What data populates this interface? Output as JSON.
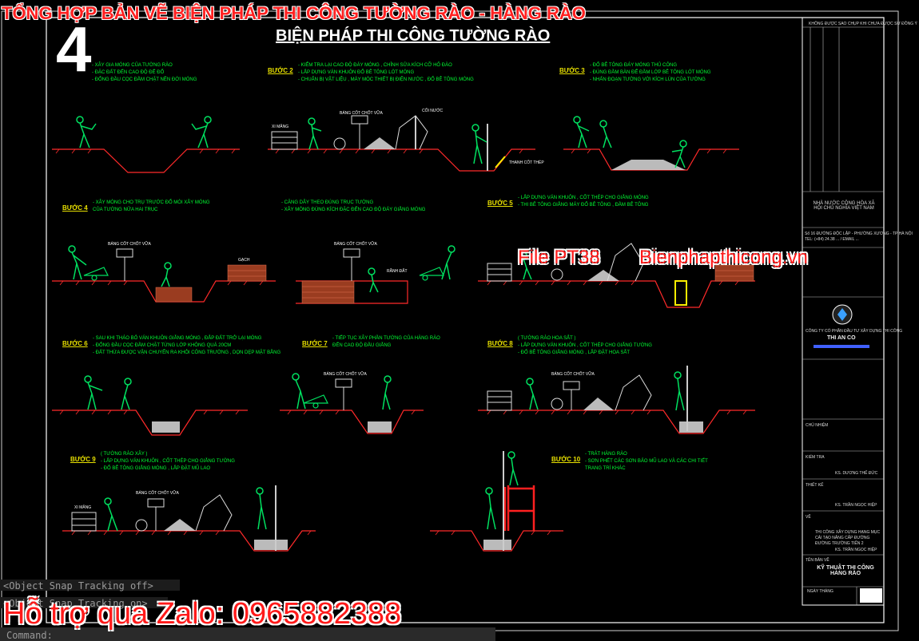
{
  "overlay_title": "TỔNG HỢP BẢN VẼ BIỆN PHÁP THI CÔNG TƯỜNG RÀO - HÀNG RÀO",
  "sheet_number": "4",
  "sheet_title": "BIỆN PHÁP THI CÔNG TƯỜNG RÀO",
  "watermark": {
    "file_code": "File PT38",
    "website": "Bienphapthicong.vn"
  },
  "support_banner": "Hỗ trợ qua Zalo: 0965882388",
  "command_lines": [
    "<Object Snap Tracking off>",
    "<Object Snap Tracking on>",
    "Command:"
  ],
  "steps": [
    {
      "label": "",
      "lines": [
        "- XÂY GIA MÓNG CỦA TƯỜNG RÀO",
        "- ĐẶC ĐẤT ĐẾN CAO ĐỘ ĐẾ ĐỔ",
        "- ĐỔNG ĐẦU CỌC ĐẦM CHẶT NỀN ĐỚI MÓNG"
      ]
    },
    {
      "label": "BƯỚC 2",
      "lines": [
        "- KIỂM TRA LẠI CAO ĐỘ ĐÁY MÓNG , CHỈNH SỬA KÍCH CỠ HỐ ĐÀO",
        "- LẮP DỰNG VÁN KHUÔN ĐỔ BÊ TÔNG LÓT MÓNG",
        "- CHUẨN BỊ VẬT LIỆU , MÁY MÓC THIẾT BỊ ĐIỆN NƯỚC , ĐỔ BÊ TÔNG MÓNG"
      ]
    },
    {
      "label": "BƯỚC 3",
      "lines": [
        "- ĐỔ BÊ TÔNG ĐÁY MÓNG THỦ CÔNG",
        "- ĐÚNG ĐẦM BÀN ĐỂ ĐẦM LỚP BÊ TÔNG LÓT MÓNG",
        "- NHẤN ĐOẠN TƯỜNG VỚI KÍCH LÚN CỦA TƯỜNG"
      ]
    },
    {
      "label": "BƯỚC 4",
      "lines": [
        "- XÂY MÓNG CHO TRỤ TRƯỚC ĐỔ MÓI XÂY MÓNG",
        "  CỦA TƯỜNG NỬA HAI TRỤC"
      ]
    },
    {
      "label": "",
      "lines": [
        "- CĂNG DÂY THEO ĐÚNG TRỤC TƯỜNG",
        "- XÂY MÓNG ĐÚNG KÍCH ĐẶC ĐẾN CAO ĐỘ ĐÁY GIẰNG MÓNG"
      ]
    },
    {
      "label": "BƯỚC 5",
      "lines": [
        "- LẮP DỰNG VÁN KHUÔN , CỐT THÉP CHO GIẰNG MÓNG",
        "- THI BÊ TÔNG GIẰNG MÁY ĐỔ BÊ TÔNG , ĐẦM BÊ TÔNG"
      ]
    },
    {
      "label": "BƯỚC 6",
      "lines": [
        "- SAU KHI THÁO BỎ VÁN KHUÔN GIẰNG MÓNG , ĐẮP ĐẤT TRỞ LẠI MÓNG",
        "- ĐỔNG ĐẦU CỌC ĐẦM CHẶT TỪNG LỚP KHÔNG QUÁ 20CM",
        "- ĐẤT THỪA ĐƯỢC VẬN CHUYỂN RA KHỎI CÔNG TRƯỜNG , DỌN DẸP MẶT BẰNG"
      ]
    },
    {
      "label": "BƯỚC 7",
      "lines": [
        "- TIẾP TỤC XÂY PHẦN TƯỜNG CỦA HÀNG RÀO",
        "  ĐẾN CAO ĐỘ ĐẦU GIẰNG"
      ]
    },
    {
      "label": "BƯỚC 8",
      "lines": [
        "( TƯỜNG RÀO HOA SẮT )",
        "- LẮP DỰNG VÁN KHUÔN , CỐT THÉP CHO GIẰNG TƯỜNG",
        "- ĐỔ BÊ TÔNG GIẰNG MÓNG , LẮP ĐẶT HOA SẮT"
      ]
    },
    {
      "label": "BƯỚC 9",
      "lines": [
        "( TƯỜNG RÀO XÂY )",
        "- LẮP DỰNG VÁN KHUÔN , CỐT THÉP CHO GIẰNG TƯỜNG",
        "- ĐỔ BÊ TÔNG GIẰNG MÓNG , LẮP ĐẶT MŨ LAO"
      ]
    },
    {
      "label": "BƯỚC 10",
      "lines": [
        "- TRÁT HÀNG RÀO",
        "- SƠN PHẾT CÁC SƠN BẢO MŨ LAO VÀ CÁC CHI TIẾT",
        "  TRANG TRÍ KHÁC"
      ]
    }
  ],
  "labels": {
    "xe_cat": "BÁNG CỐT CHỐT VỮA",
    "xi_mang": "XI MĂNG",
    "gach": "GẠCH",
    "thanh_cot": "THANH CỐT THÉP",
    "coi_nuoc": "CỐI NƯỚC",
    "ranh": "RÃNH ĐẤT"
  },
  "title_block": {
    "top_note": "KHÔNG ĐƯỢC SAO CHỤP KHI CHƯA ĐƯỢC SỰ ĐỒNG Ý",
    "client": "NHÀ NƯỚC CỘNG HÒA XÃ HỘI CHỦ NGHĨA VIỆT NAM",
    "address_lines": [
      "Số 16 ĐƯỜNG ĐỘC LẬP - PHƯỜNG XƯƠNG - TP HÀ NỘI",
      "TEL: (+84) 24.38 ... / EMAIL ..."
    ],
    "company": "CÔNG TY CỔ PHẦN ĐẦU TƯ XÂY DỰNG THI CÔNG",
    "company_short": "THI AN CO",
    "roles": [
      {
        "role": "CHỦ NHIỆM",
        "name": ""
      },
      {
        "role": "KIỂM TRA",
        "name": "KS. DƯƠNG THẾ ĐỨC"
      },
      {
        "role": "THIẾT KẾ",
        "name": "KS. TRẦN NGỌC HIỆP"
      },
      {
        "role": "VẼ",
        "name": "KS. TRẦN NGỌC HIỆP"
      }
    ],
    "project_lines": [
      "THI CÔNG XÂY DỰNG HẠNG MỤC",
      "CẢI TẠO NÂNG CẤP ĐƯỜNG",
      "ĐƯỜNG TRƯỜNG TIẾN 2"
    ],
    "drawing_name_label": "TÊN BẢN VẼ",
    "drawing_name": "KỸ THUẬT THI CÔNG HÀNG RÀO",
    "sheet_label": "NGÀY THÁNG"
  },
  "colors": {
    "background": "#000000",
    "frame": "#ffffff",
    "ground": "#ff2a2a",
    "worker": "#00e060",
    "step_label": "#e8e000",
    "step_text": "#00ff33",
    "brick": "#c05030",
    "gravel": "#dcdcdc",
    "rebar": "#ff2020",
    "formwork": "#ffee00"
  }
}
